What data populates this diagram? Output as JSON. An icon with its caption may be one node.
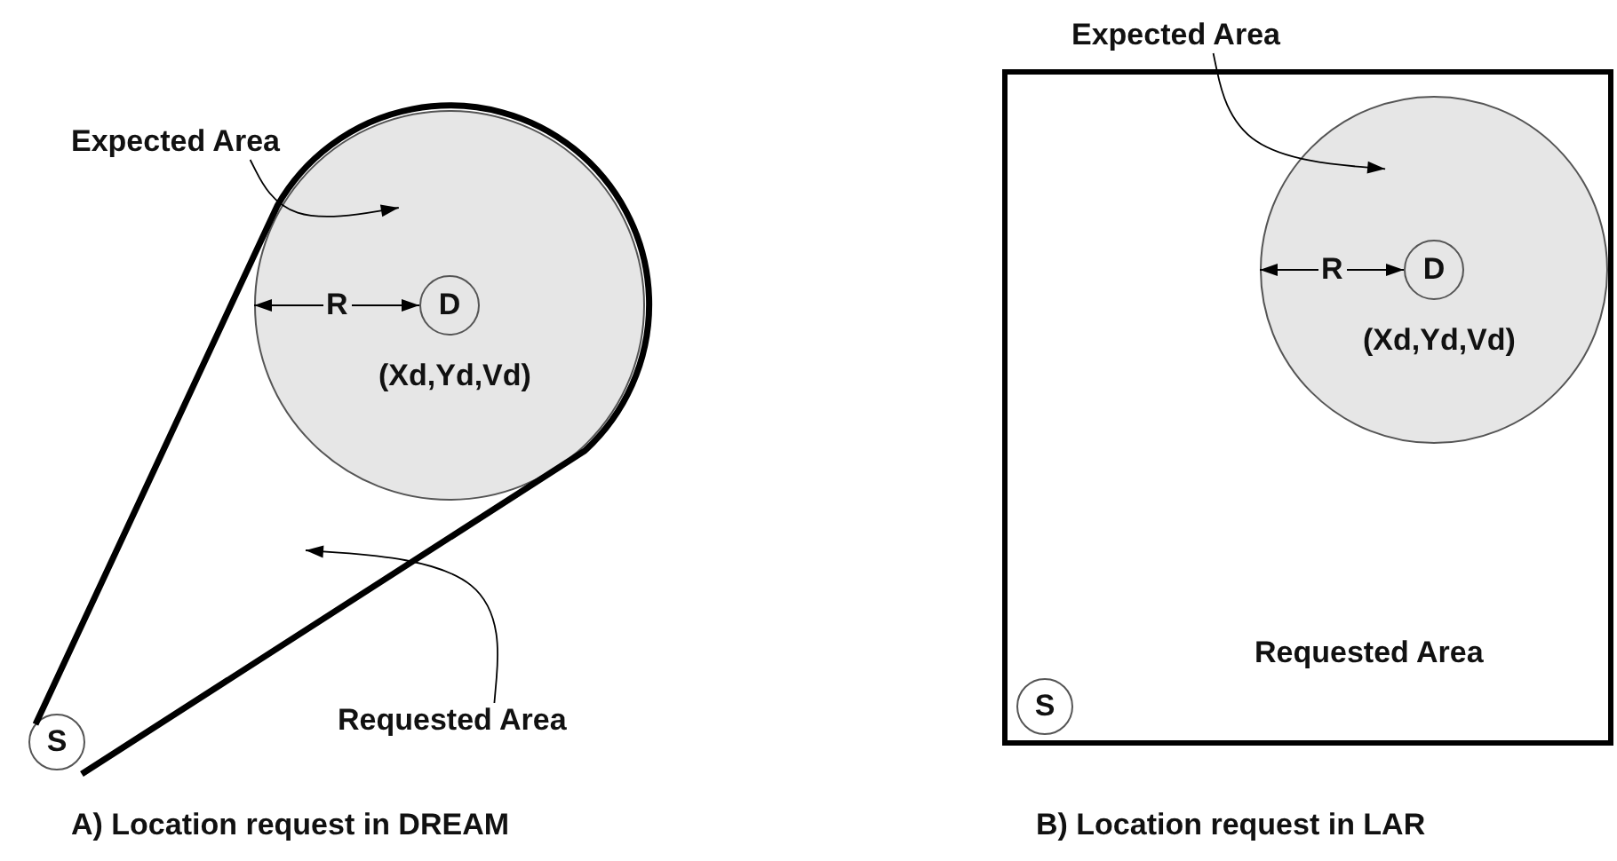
{
  "diagram": {
    "nodes": [
      {
        "text": [
          "Expected Area"
        ]
      },
      {
        "text": [],
        "shape": "circle"
      },
      {
        "text": [
          "D"
        ],
        "in": 1
      },
      {
        "text": [
          "S"
        ]
      },
      {
        "text": [
          "Requested Area"
        ]
      },
      {
        "text": [
          "Expected Area"
        ]
      },
      {
        "text": [
          "Requested Area"
        ]
      },
      {
        "text": [],
        "shape": "circle",
        "in": 6
      },
      {
        "text": [
          "D"
        ],
        "in": 7
      },
      {
        "text": [
          "S"
        ],
        "in": 6
      }
    ],
    "edges": [
      {
        "from": 0,
        "to": 1,
        "arrow": "to"
      },
      {
        "from": 1,
        "to": 2,
        "arrow": "both",
        "label": "R"
      },
      {
        "from": 4,
        "to": null,
        "arrow": "to"
      },
      {
        "from": 5,
        "to": 7,
        "arrow": "to"
      },
      {
        "from": 7,
        "to": 8,
        "arrow": "both",
        "label": "R"
      }
    ],
    "labels": [
      "(Xd,Yd,Vd)",
      "A) Location request in DREAM",
      "(Xd,Yd,Vd)",
      "B) Location request in LAR"
    ]
  }
}
